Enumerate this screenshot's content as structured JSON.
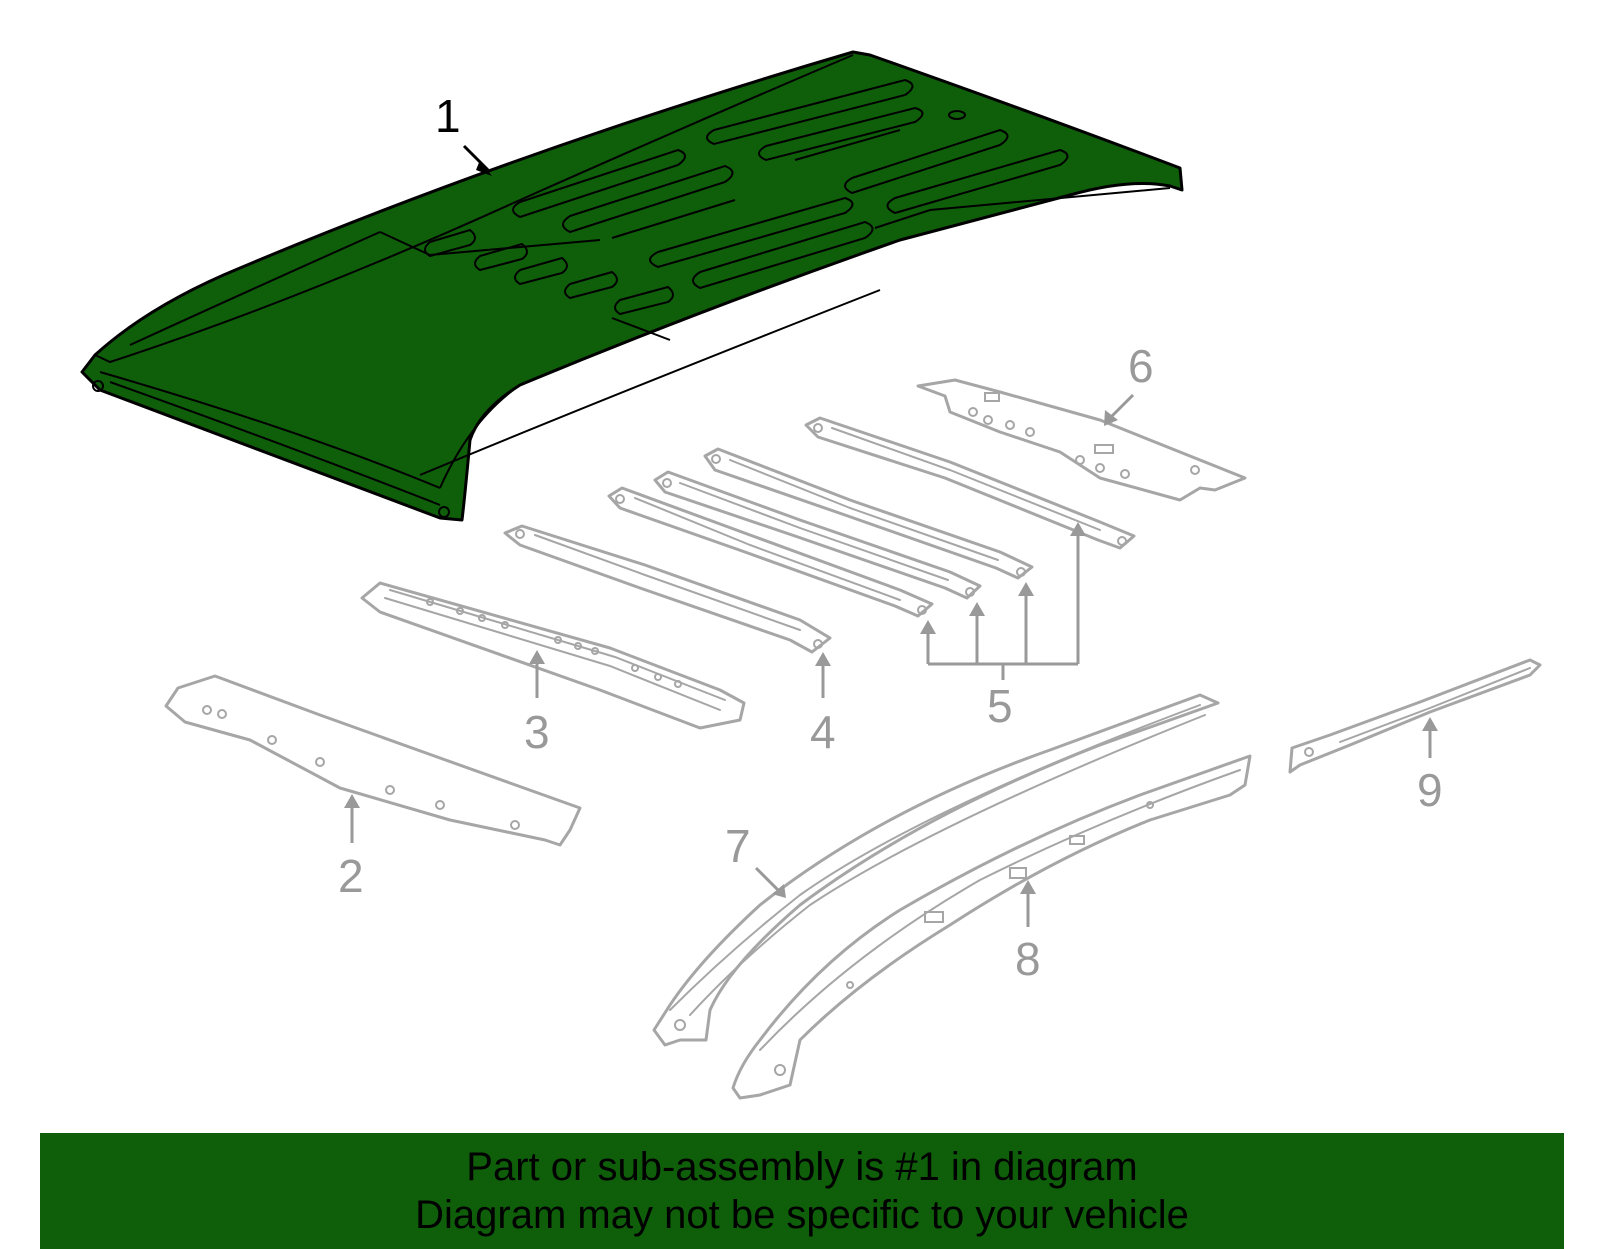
{
  "diagram": {
    "callouts": [
      {
        "id": "1",
        "label": "1",
        "highlighted": true
      },
      {
        "id": "2",
        "label": "2",
        "highlighted": false
      },
      {
        "id": "3",
        "label": "3",
        "highlighted": false
      },
      {
        "id": "4",
        "label": "4",
        "highlighted": false
      },
      {
        "id": "5",
        "label": "5",
        "highlighted": false
      },
      {
        "id": "6",
        "label": "6",
        "highlighted": false
      },
      {
        "id": "7",
        "label": "7",
        "highlighted": false
      },
      {
        "id": "8",
        "label": "8",
        "highlighted": false
      },
      {
        "id": "9",
        "label": "9",
        "highlighted": false
      }
    ],
    "colors": {
      "highlight_fill": "#0f5f0a",
      "highlight_stroke": "#000000",
      "muted_stroke": "#a6a6a6",
      "muted_label": "#999999"
    }
  },
  "banner": {
    "line1": "Part or sub-assembly is #1 in diagram",
    "line2": "Diagram may not be specific to your vehicle",
    "background": "#0f5f0a"
  }
}
